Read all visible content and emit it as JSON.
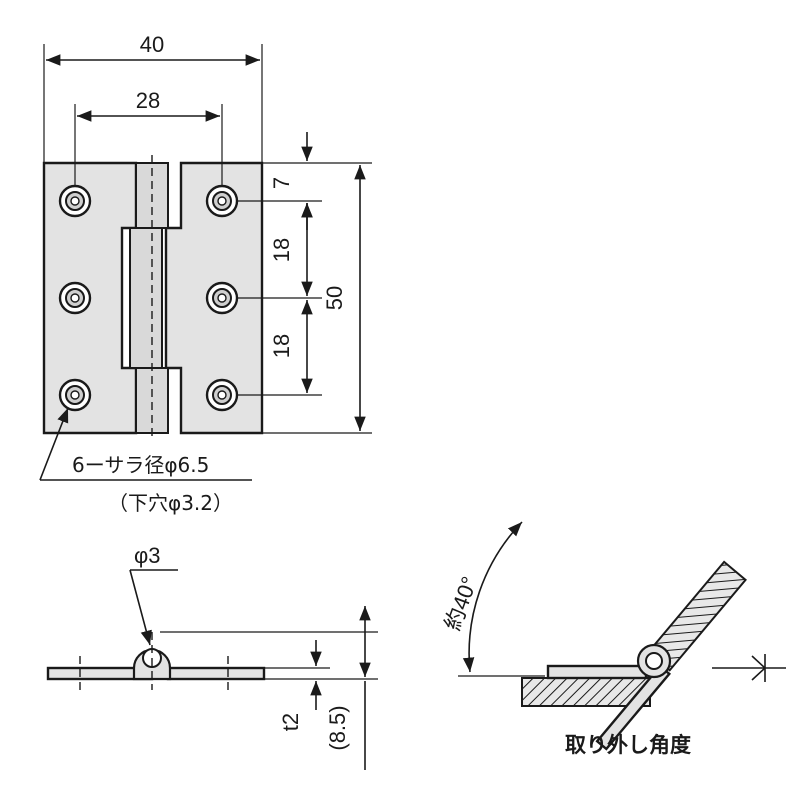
{
  "front_view": {
    "dim_overall_width": "40",
    "dim_hole_pitch_width": "28",
    "dim_edge_to_hole": "7",
    "dim_hole_pitch_1": "18",
    "dim_hole_pitch_2": "18",
    "dim_overall_height": "50",
    "hole_note_line1": "6ーサラ径φ6.5",
    "hole_note_line2": "（下穴φ3.2）"
  },
  "side_view": {
    "dim_pin_diameter": "φ3",
    "dim_thickness": "t2",
    "dim_height": "(8.5)"
  },
  "angle_view": {
    "dim_angle": "約40°",
    "caption": "取り外し角度",
    "arrow_mark": "⊣"
  }
}
